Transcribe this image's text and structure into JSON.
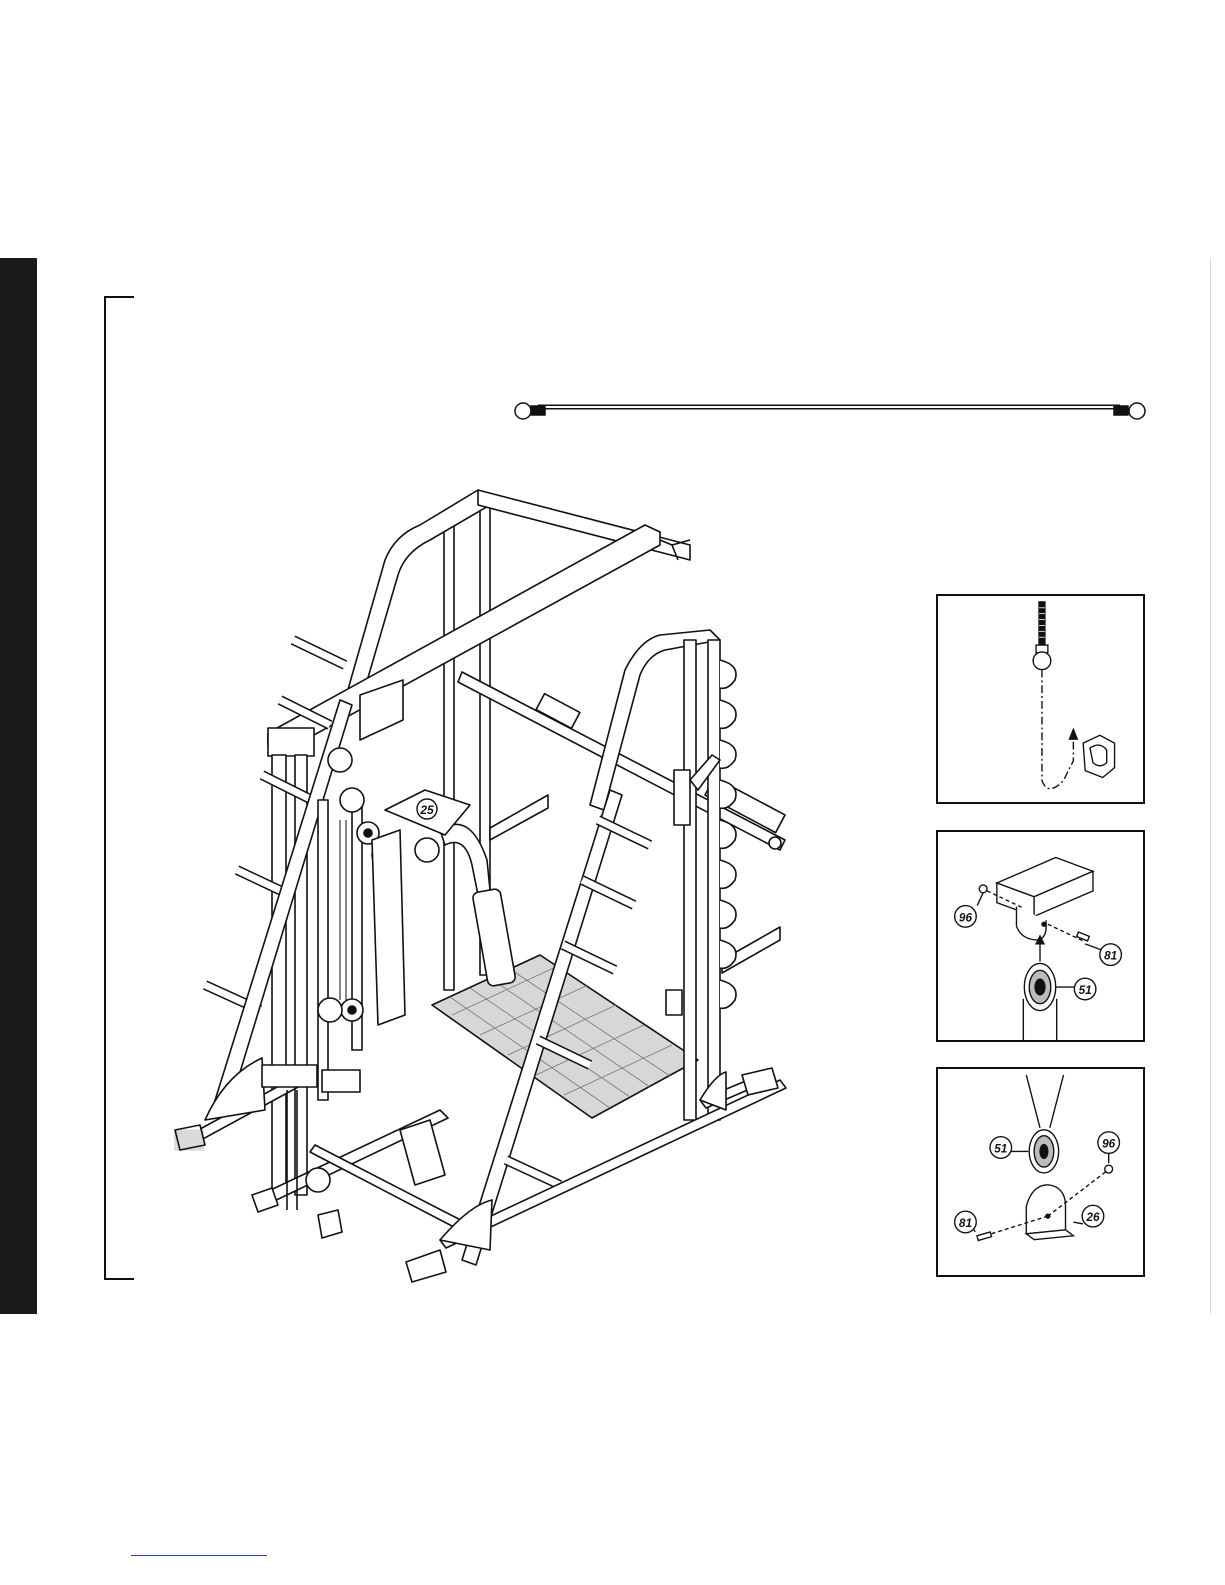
{
  "callouts": {
    "part_25": "25",
    "part_51_a": "51",
    "part_51_b": "51",
    "part_81_a": "81",
    "part_81_b": "81",
    "part_96_a": "96",
    "part_96_b": "96",
    "part_26": "26"
  },
  "colors": {
    "line": "#111111",
    "tab": "#1a1a1a",
    "link": "#2b3bd6"
  }
}
